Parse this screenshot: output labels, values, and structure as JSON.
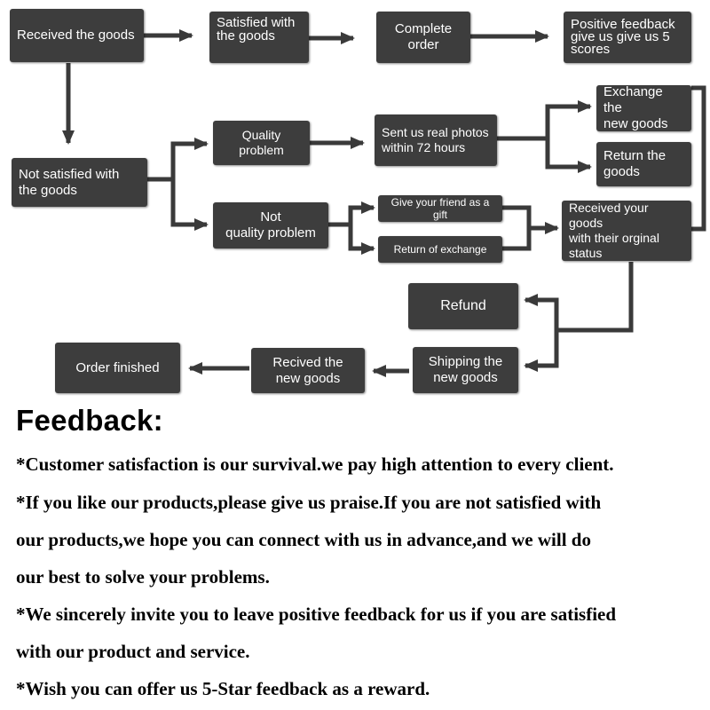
{
  "flowchart": {
    "nodes": {
      "received_goods": "Received the goods",
      "satisfied": "Satisfied with\nthe goods",
      "complete_order": "Complete order",
      "positive_feedback": "Positive feedback\ngive us give us 5\nscores",
      "not_satisfied": "Not satisfied with\nthe goods",
      "quality_problem": "Quality problem",
      "not_quality_problem": "Not\nquality problem",
      "sent_photos": "Sent us real photos\nwithin 72 hours",
      "exchange_new": "Exchange the\nnew goods",
      "return_goods": "Return the\ngoods",
      "give_friend_gift": "Give your friend as a gift",
      "return_of_exchange": "Return of exchange",
      "received_original": "Received your goods\nwith their orginal\nstatus",
      "refund": "Refund",
      "shipping_new": "Shipping the\nnew goods",
      "recived_new": "Recived the\nnew goods",
      "order_finished": "Order finished"
    }
  },
  "feedback": {
    "title": "Feedback:",
    "lines": [
      "*Customer satisfaction is our survival.we pay high attention to every client.",
      "*If you like our products,please give us praise.If you are not satisfied with",
      "our products,we hope you can connect with us in advance,and we will do",
      "our best to solve your problems.",
      "*We sincerely invite you to leave positive feedback for us if you are satisfied",
      "with our product and service.",
      "*Wish you can offer us 5-Star feedback as a reward."
    ]
  },
  "colors": {
    "box": "#3d3d3d",
    "connector": "#3a3a3a",
    "text": "#000000"
  }
}
